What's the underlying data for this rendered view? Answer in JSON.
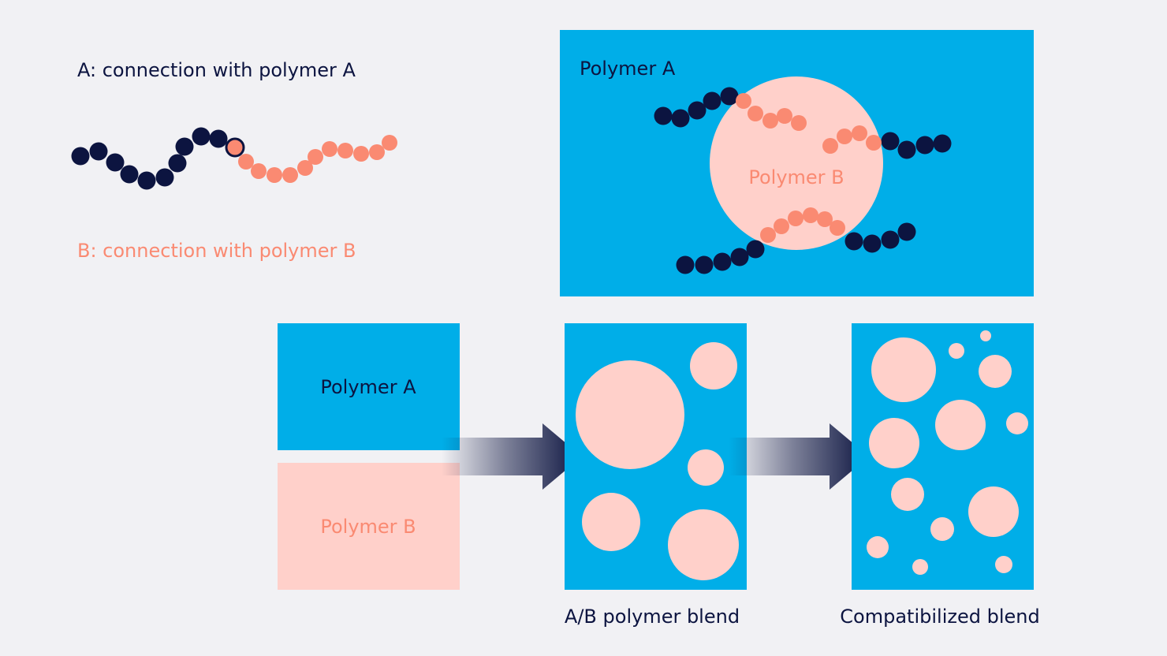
{
  "legend": {
    "a_text": "A: connection with polymer A",
    "b_text": "B: connection with polymer B"
  },
  "colors": {
    "background": "#f1f1f4",
    "blue": "#00aee8",
    "navy": "#0c1440",
    "salmon": "#fa8a72",
    "pink": "#ffd0ca"
  },
  "zoom_panel": {
    "polymer_a": "Polymer A",
    "polymer_b": "Polymer B"
  },
  "step1": {
    "polymer_a": "Polymer A",
    "polymer_b": "Polymer B"
  },
  "step2": {
    "caption": "A/B polymer blend"
  },
  "step3": {
    "caption": "Compatibilized blend"
  }
}
